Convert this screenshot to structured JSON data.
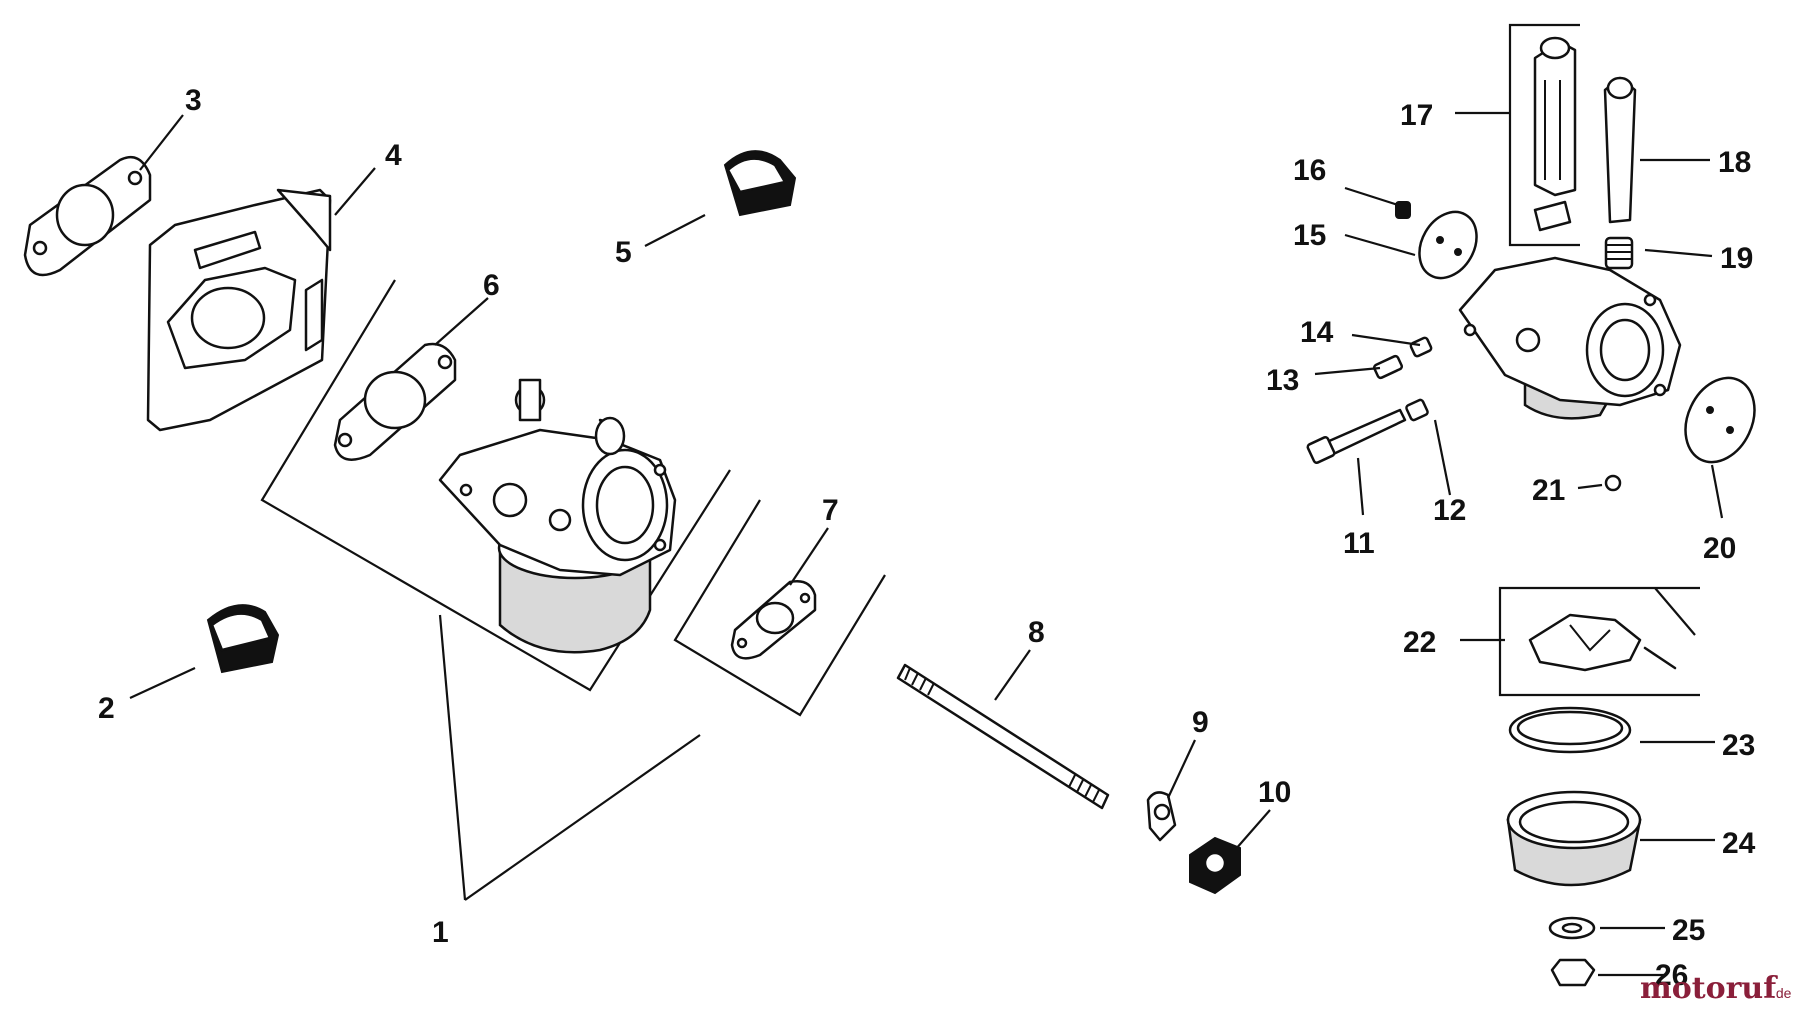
{
  "diagram": {
    "callouts": [
      "1",
      "2",
      "3",
      "4",
      "5",
      "6",
      "7",
      "8",
      "9",
      "10",
      "11",
      "12",
      "13",
      "14",
      "15",
      "16",
      "17",
      "18",
      "19",
      "20",
      "21",
      "22",
      "23",
      "24",
      "25",
      "26"
    ]
  },
  "watermark": {
    "brand": "motoruf",
    "suffix": ".de",
    "color": "#8a1f3a"
  }
}
